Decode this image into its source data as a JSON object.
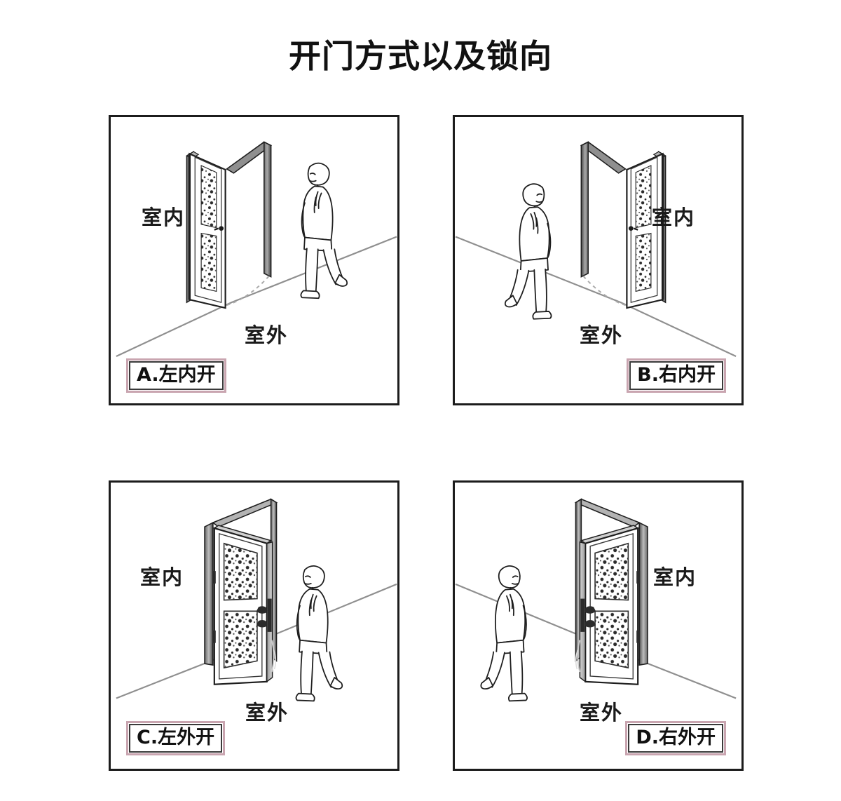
{
  "title": "开门方式以及锁向",
  "colors": {
    "panel_border": "#1c1c1c",
    "caption_border": "#c9a5b0",
    "caption_inner_border": "#3a3a3a",
    "ink": "#1a1a1a",
    "ground_line": "#8a8a8a",
    "frame_fill": "#8d8d8d",
    "speckle": "#2b2b2b",
    "background": "#ffffff"
  },
  "labels": {
    "indoor": "室内",
    "outdoor": "室外"
  },
  "panels": [
    {
      "id": "a",
      "caption": "A.左内开",
      "indoor_label": "室内",
      "outdoor_label": "室外",
      "swing": "inward",
      "hinge_side": "left",
      "person_side": "right",
      "indoor_side": "left",
      "door_leaf": "edge-on",
      "panel_count": 2,
      "icon": "door-left-inward-icon"
    },
    {
      "id": "b",
      "caption": "B.右内开",
      "indoor_label": "室内",
      "outdoor_label": "室外",
      "swing": "inward",
      "hinge_side": "right",
      "person_side": "left",
      "indoor_side": "right",
      "door_leaf": "edge-on",
      "panel_count": 2,
      "icon": "door-right-inward-icon"
    },
    {
      "id": "c",
      "caption": "C.左外开",
      "indoor_label": "室内",
      "outdoor_label": "室外",
      "swing": "outward",
      "hinge_side": "left",
      "person_side": "right",
      "indoor_side": "left",
      "door_leaf": "face-on",
      "panel_count": 2,
      "icon": "door-left-outward-icon"
    },
    {
      "id": "d",
      "caption": "D.右外开",
      "indoor_label": "室内",
      "outdoor_label": "室外",
      "swing": "outward",
      "hinge_side": "right",
      "person_side": "left",
      "indoor_side": "right",
      "door_leaf": "face-on",
      "panel_count": 2,
      "icon": "door-right-outward-icon"
    }
  ]
}
